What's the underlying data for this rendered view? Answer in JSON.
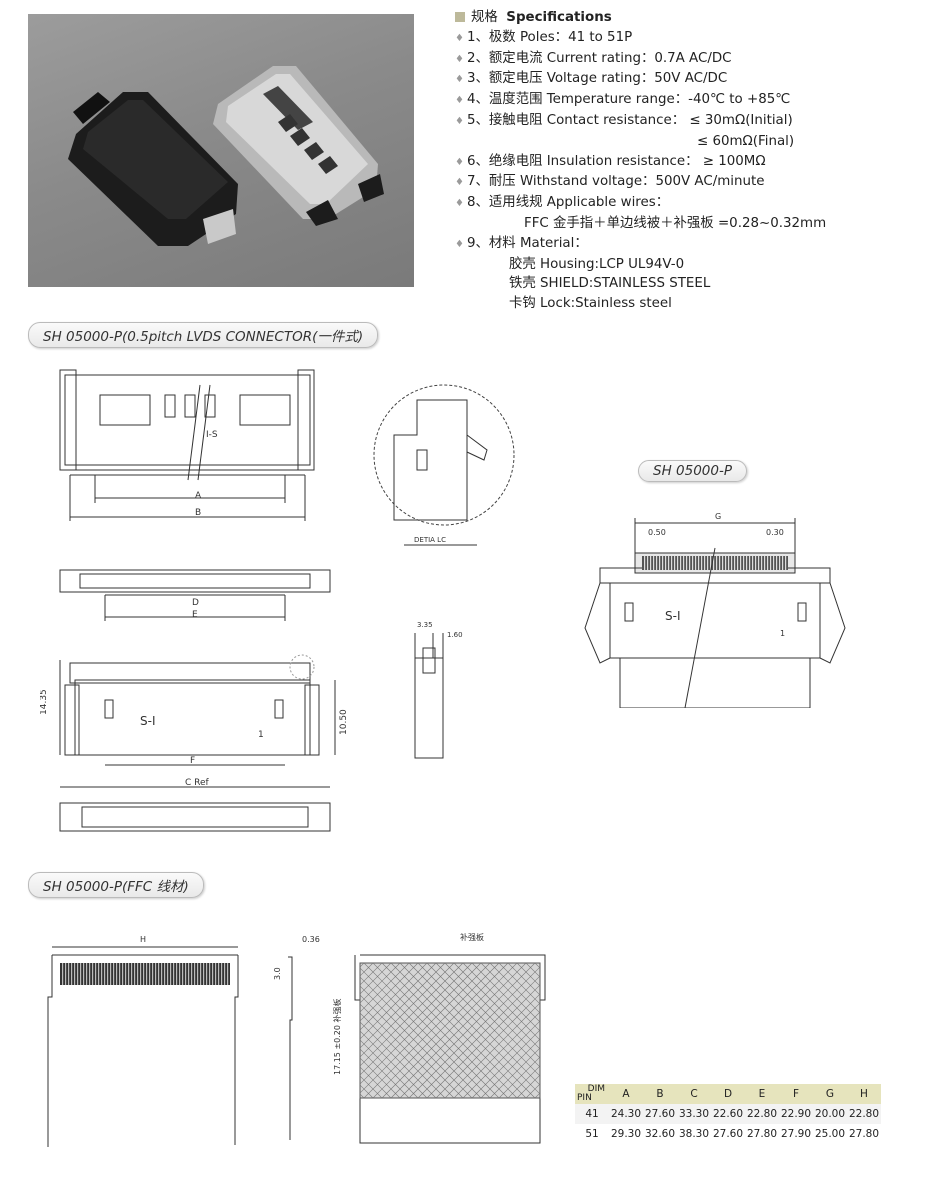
{
  "specifications": {
    "heading_cn": "规格",
    "heading_en": "Specifications",
    "items": [
      "1、极数 Poles：41 to 51P",
      "2、额定电流 Current rating：0.7A AC/DC",
      "3、额定电压 Voltage rating：50V AC/DC",
      "4、温度范围 Temperature range：-40℃  to +85℃",
      "5、接触电阻 Contact resistance：  ≤ 30mΩ(Initial)",
      "6、绝缘电阻 Insulation resistance： ≥ 100MΩ",
      "7、耐压 Withstand voltage：500V AC/minute",
      "8、适用线规 Applicable wires：",
      "9、材料 Material："
    ],
    "contact_final": "≤ 60mΩ(Final)",
    "wire_detail": "FFC 金手指＋单边线被＋补强板 =0.28~0.32mm",
    "materials": [
      "胶壳 Housing:LCP UL94V-0",
      "铁壳 SHIELD:STAINLESS STEEL",
      "卡钩 Lock:Stainless steel"
    ]
  },
  "section_titles": {
    "connector": "SH 05000-P(0.5pitch LVDS CONNECTOR(一件式)",
    "side": "SH 05000-P",
    "ffc": "SH 05000-P(FFC 线材)"
  },
  "drawing_labels": {
    "shield_mark": "I-S",
    "housing_mark": "S-I",
    "pin1": "1",
    "detail": "DETIA    LC",
    "A": "A",
    "B": "B",
    "D": "D",
    "E": "E",
    "F": "F",
    "C_ref": "C Ref",
    "dim_14_35": "14.35",
    "dim_10_50": "10.50",
    "dim_3_35": "3.35",
    "dim_1_60": "1.60",
    "G": "G",
    "dim_0_50": "0.50",
    "dim_0_30": "0.30",
    "H": "H",
    "dim_0_36": "0.36",
    "dim_3_0": "3.0",
    "stiffener": "补强板",
    "dim_17_15": "17.15 ±0.20 补强板"
  },
  "dimension_table": {
    "corner_top": "DIM",
    "corner_bottom": "PIN",
    "columns": [
      "A",
      "B",
      "C",
      "D",
      "E",
      "F",
      "G",
      "H"
    ],
    "rows": [
      {
        "pin": "41",
        "values": [
          "24.30",
          "27.60",
          "33.30",
          "22.60",
          "22.80",
          "22.90",
          "20.00",
          "22.80"
        ]
      },
      {
        "pin": "51",
        "values": [
          "29.30",
          "32.60",
          "38.30",
          "27.60",
          "27.80",
          "27.90",
          "25.00",
          "27.80"
        ]
      }
    ]
  }
}
